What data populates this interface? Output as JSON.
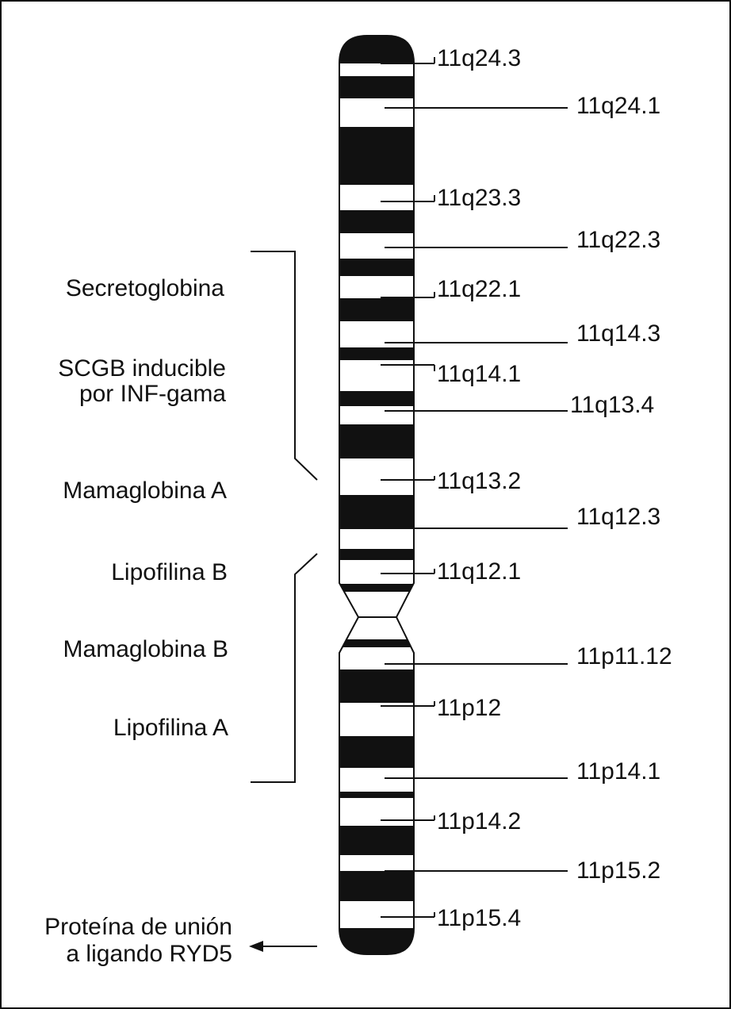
{
  "band_labels_right": [
    "11q24.3",
    "11q24.1",
    "11q23.3",
    "11q22.3",
    "11q22.1",
    "11q14.3",
    "11q14.1",
    "11q13.4",
    "11q13.2",
    "11q12.3",
    "11q12.1",
    "11p11.12",
    "11p12",
    "11p14.1",
    "11p14.2",
    "11p15.2",
    "11p15.4"
  ],
  "gene_labels_left": [
    "Secretoglobina",
    "SCGB inducible",
    "por INF-gama",
    "Mamaglobina A",
    "Lipofilina B",
    "Mamaglobina B",
    "Lipofilina A",
    "Proteína de unión",
    "a ligando RYD5"
  ],
  "colors": {
    "ink": "#111111",
    "background": "#ffffff"
  }
}
